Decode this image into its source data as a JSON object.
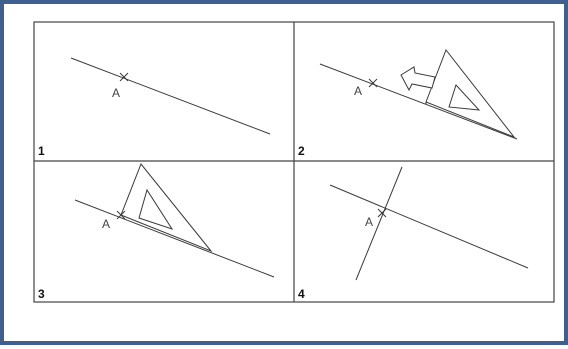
{
  "colors": {
    "frame_border": "#3e5f8f",
    "line": "#3a3a3a",
    "panel_border": "#444444"
  },
  "panels": [
    {
      "number": "1",
      "point_label": "A"
    },
    {
      "number": "2",
      "point_label": "A"
    },
    {
      "number": "3",
      "point_label": "A"
    },
    {
      "number": "4",
      "point_label": "A"
    }
  ]
}
